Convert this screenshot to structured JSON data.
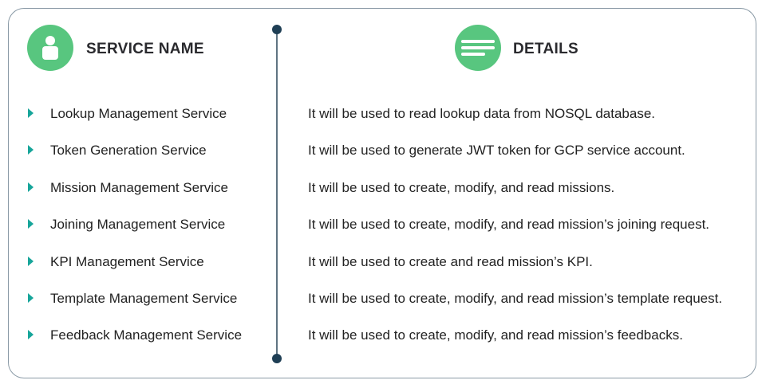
{
  "headers": {
    "service": "SERVICE NAME",
    "details": "DETAILS"
  },
  "icons": {
    "service": "user-icon",
    "details": "text-lines-icon"
  },
  "colors": {
    "accent": "#58c67f",
    "bullet": "#17a59a",
    "line": "#1f3f55"
  },
  "rows": [
    {
      "service": "Lookup Management Service",
      "details": "It will be used to read lookup data from NOSQL database."
    },
    {
      "service": "Token Generation Service",
      "details": "It will be used to generate JWT token for GCP service account."
    },
    {
      "service": "Mission Management Service",
      "details": "It will be used to create, modify, and read missions."
    },
    {
      "service": "Joining Management Service",
      "details": "It will be used to create, modify, and read mission’s joining request."
    },
    {
      "service": "KPI Management Service",
      "details": "It will be used to create and read mission’s KPI."
    },
    {
      "service": "Template Management Service",
      "details": "It will be used to create, modify, and read mission’s template request."
    },
    {
      "service": "Feedback Management Service",
      "details": "It will be used to create, modify, and read mission’s feedbacks."
    }
  ]
}
